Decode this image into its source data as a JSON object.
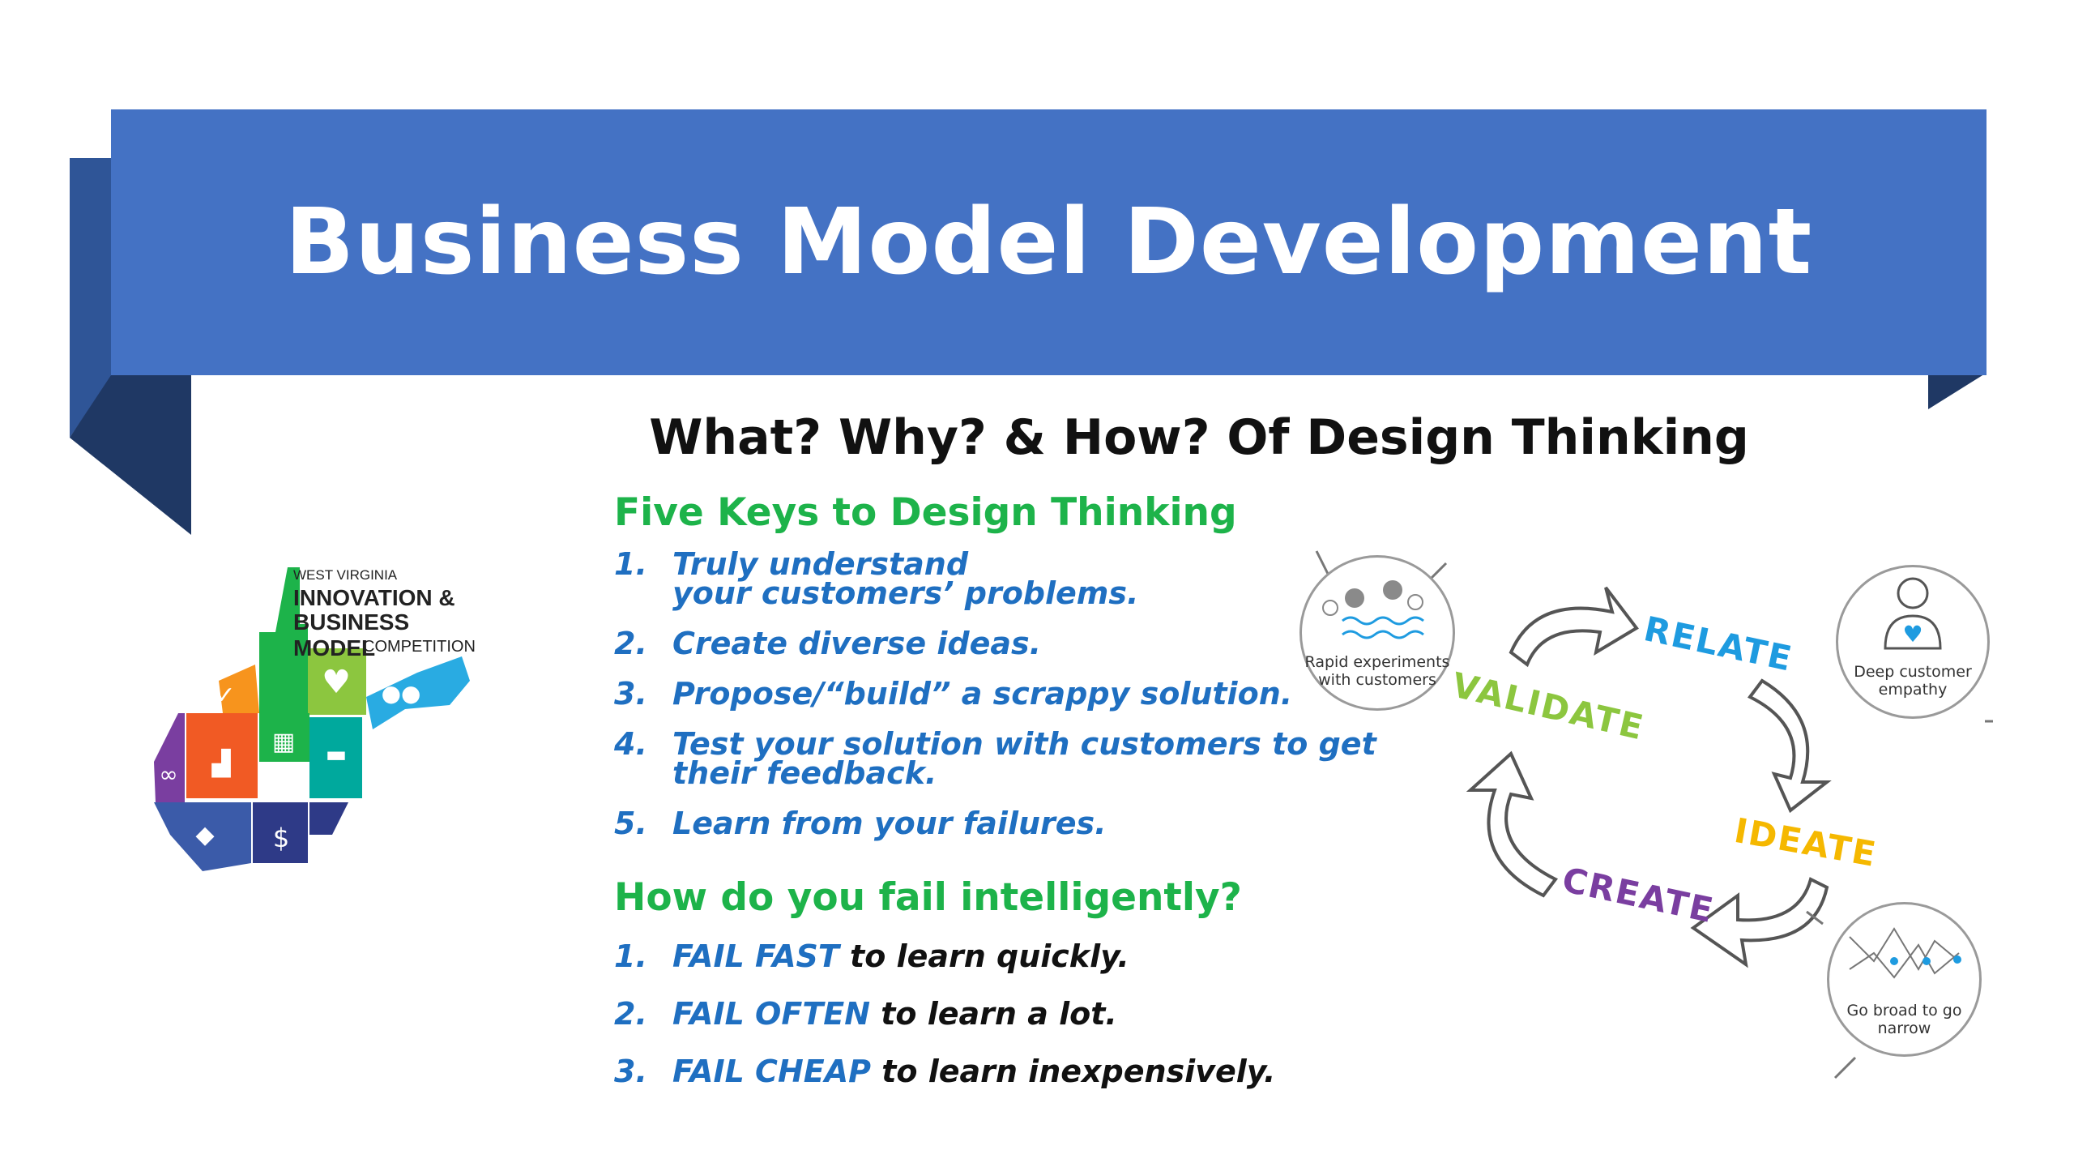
{
  "banner": {
    "title": "Business Model Development",
    "color": "#4472C4",
    "fold_color": "#2F5597"
  },
  "subtitle": "What? Why? & How? Of Design Thinking",
  "five_keys": {
    "heading": "Five Keys to Design Thinking",
    "items": [
      {
        "num": "1.",
        "line1": "Truly understand",
        "line2": "your customers’ problems."
      },
      {
        "num": "2.",
        "line1": "Create diverse ideas.",
        "line2": ""
      },
      {
        "num": "3.",
        "line1": "Propose/“build” a scrappy solution.",
        "line2": ""
      },
      {
        "num": "4.",
        "line1": "Test your solution with customers to get",
        "line2": "their feedback."
      },
      {
        "num": "5.",
        "line1": "Learn from your failures.",
        "line2": ""
      }
    ]
  },
  "fail": {
    "heading": "How do you fail intelligently?",
    "items": [
      {
        "num": "1.",
        "emph": "FAIL FAST",
        "rest": " to learn quickly."
      },
      {
        "num": "2.",
        "emph": "FAIL OFTEN",
        "rest": " to learn a lot."
      },
      {
        "num": "3.",
        "emph": "FAIL CHEAP",
        "rest": " to learn inexpensively."
      }
    ]
  },
  "logo": {
    "line1": "WEST VIRGINIA",
    "line2": "INNOVATION &",
    "line3": "BUSINESS MODEL",
    "line4": "COMPETITION"
  },
  "cycle": {
    "stages": [
      {
        "label": "RELATE",
        "color": "#1E9BE0"
      },
      {
        "label": "IDEATE",
        "color": "#F5B800"
      },
      {
        "label": "CREATE",
        "color": "#7A3EA0"
      },
      {
        "label": "VALIDATE",
        "color": "#8CC63F"
      }
    ],
    "circles": [
      {
        "label": "Rapid experiments with customers"
      },
      {
        "label": "Deep customer empathy"
      },
      {
        "label": "Go broad to go narrow"
      }
    ]
  },
  "colors": {
    "heading_green": "#1DB34A",
    "list_blue": "#1F6FC1"
  }
}
